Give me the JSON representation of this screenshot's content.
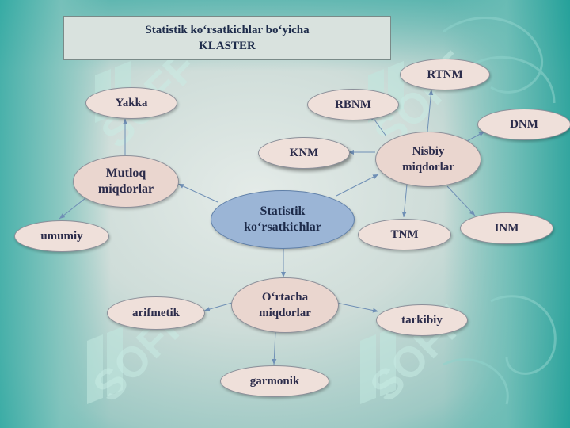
{
  "title": {
    "line1": "Statistik ko‘rsatkichlar bo‘yicha",
    "line2": "KLASTER"
  },
  "watermark": "SOFF",
  "nodes": {
    "center": {
      "line1": "Statistik",
      "line2": "ko‘rsatkichlar"
    },
    "mutloq": {
      "line1": "Mutloq",
      "line2": "miqdorlar"
    },
    "yakka": "Yakka",
    "umumiy": "umumiy",
    "nisbiy": {
      "line1": "Nisbiy",
      "line2": "miqdorlar"
    },
    "rtnm": "RTNM",
    "rbnm": "RBNM",
    "knm": "KNM",
    "dnm": "DNM",
    "tnm": "TNM",
    "inm": "INM",
    "ortacha": {
      "line1": "O‘rtacha",
      "line2": "miqdorlar"
    },
    "arifmetik": "arifmetik",
    "tarkibiy": "tarkibiy",
    "garmonik": "garmonik"
  },
  "colors": {
    "node_fill": "#efe0da",
    "center_fill": "#9bb5d6",
    "arrow": "#6f8fb5",
    "title_text": "#1d2b4a"
  }
}
